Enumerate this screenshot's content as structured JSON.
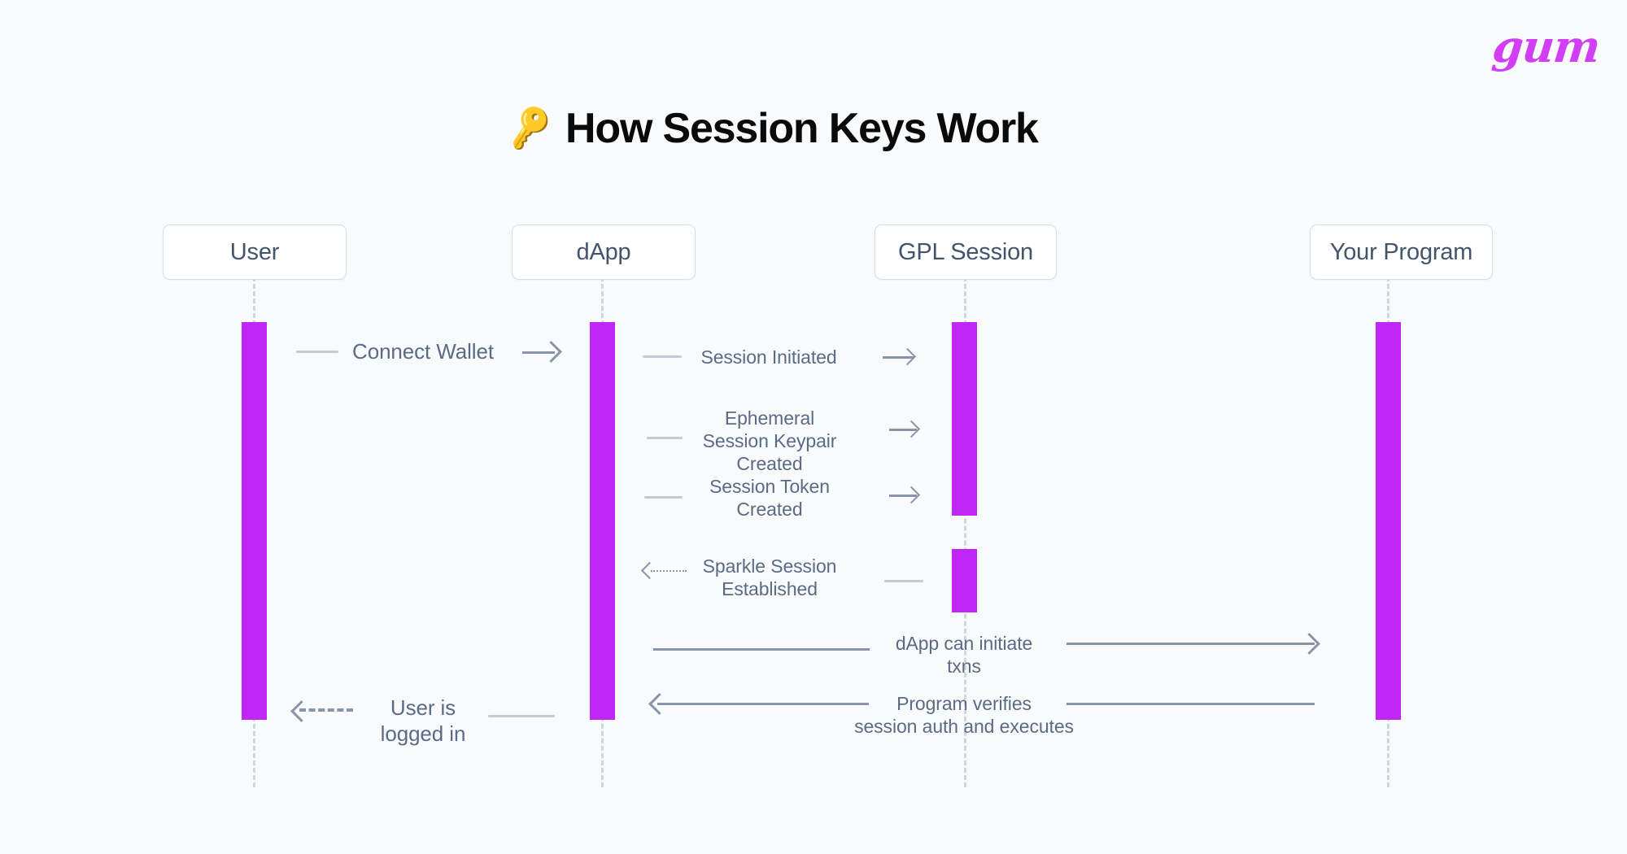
{
  "page": {
    "background_color": "#f8fafc",
    "accent_color": "#c026f5",
    "line_color": "#8894a8",
    "text_color": "#5b6b85",
    "logo_text": "gum"
  },
  "header": {
    "title": "How Session Keys Work",
    "title_emoji": "🔑",
    "emoji_name": "key-emoji"
  },
  "diagram": {
    "type": "sequence-diagram",
    "participants": [
      {
        "id": "user",
        "label": "User"
      },
      {
        "id": "dapp",
        "label": "dApp"
      },
      {
        "id": "gpl",
        "label": "GPL Session"
      },
      {
        "id": "program",
        "label": "Your Program"
      }
    ],
    "messages": [
      {
        "id": "m1",
        "label": "Connect Wallet",
        "from": "user",
        "to": "dapp",
        "style": "solid",
        "direction": "right"
      },
      {
        "id": "m2",
        "label": "Session Initiated",
        "from": "dapp",
        "to": "gpl",
        "style": "solid",
        "direction": "right"
      },
      {
        "id": "m3",
        "label": "Ephemeral\nSession Keypair\nCreated",
        "from": "dapp",
        "to": "gpl",
        "style": "solid",
        "direction": "right"
      },
      {
        "id": "m4",
        "label": "Session Token\nCreated",
        "from": "dapp",
        "to": "gpl",
        "style": "solid",
        "direction": "right"
      },
      {
        "id": "m5",
        "label": "Sparkle Session\nEstablished",
        "from": "gpl",
        "to": "dapp",
        "style": "dotted",
        "direction": "left"
      },
      {
        "id": "m6",
        "label": "dApp can initiate\ntxns",
        "from": "dapp",
        "to": "program",
        "style": "solid",
        "direction": "right"
      },
      {
        "id": "m7",
        "label": "Program verifies\nsession auth and executes",
        "from": "program",
        "to": "dapp",
        "style": "solid",
        "direction": "left"
      },
      {
        "id": "m8",
        "label": "User is\nlogged in",
        "from": "dapp",
        "to": "user",
        "style": "dashed",
        "direction": "left"
      }
    ],
    "activations": [
      {
        "participant": "user",
        "label": "user-activation"
      },
      {
        "participant": "dapp",
        "label": "dapp-activation"
      },
      {
        "participant": "gpl",
        "label": "gpl-activation-1"
      },
      {
        "participant": "gpl",
        "label": "gpl-activation-2"
      },
      {
        "participant": "program",
        "label": "program-activation"
      }
    ]
  }
}
